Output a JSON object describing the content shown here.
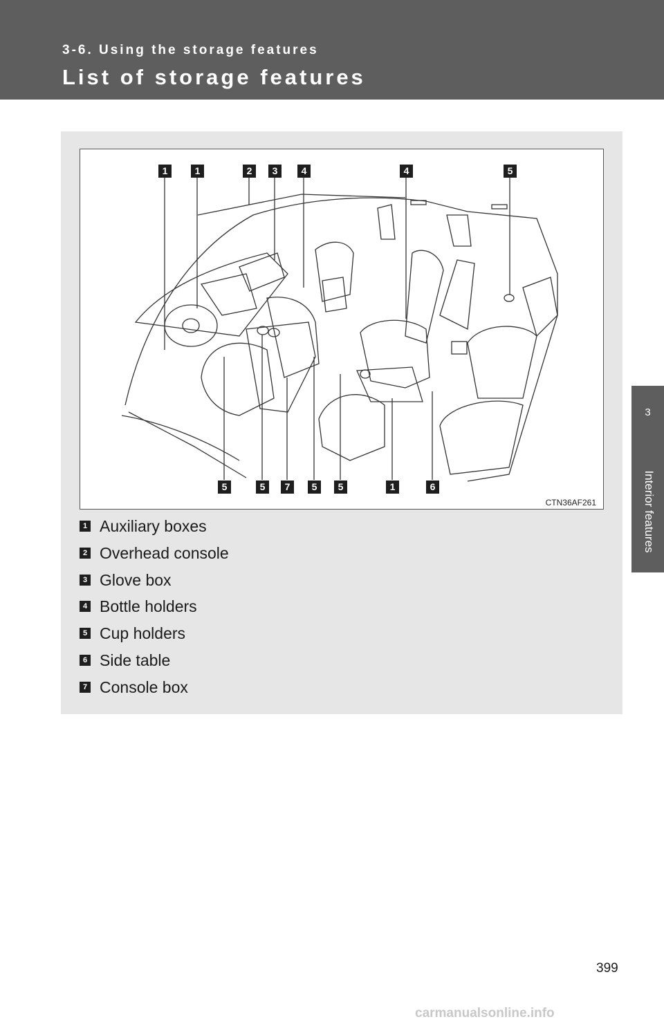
{
  "header": {
    "section": "3-6. Using the storage features",
    "title": "List of storage features"
  },
  "side_tab": {
    "number": "3",
    "label": "Interior features"
  },
  "figure": {
    "code": "CTN36AF261",
    "callouts_top": [
      "1",
      "1",
      "2",
      "3",
      "4",
      "4",
      "5"
    ],
    "callouts_bottom": [
      "5",
      "5",
      "7",
      "5",
      "5",
      "1",
      "6"
    ]
  },
  "legend": [
    {
      "num": "1",
      "label": "Auxiliary boxes"
    },
    {
      "num": "2",
      "label": "Overhead console"
    },
    {
      "num": "3",
      "label": "Glove box"
    },
    {
      "num": "4",
      "label": "Bottle holders"
    },
    {
      "num": "5",
      "label": "Cup holders"
    },
    {
      "num": "6",
      "label": "Side table"
    },
    {
      "num": "7",
      "label": "Console box"
    }
  ],
  "page_number": "399",
  "footer": "carmanualsonline.info"
}
